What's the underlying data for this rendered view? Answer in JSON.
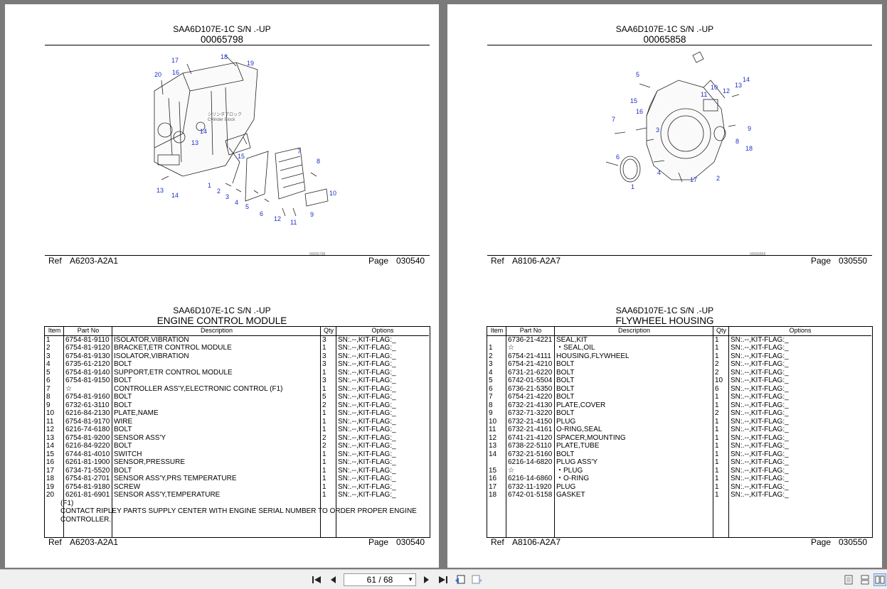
{
  "pages": {
    "top_left": {
      "model": "SAA6D107E-1C S/N .-UP",
      "code": "00065798",
      "ref_label": "Ref",
      "ref": "A6203-A2A1",
      "page_label": "Page",
      "page": "030540",
      "tiny_code": "00065798",
      "callouts": [
        "1",
        "2",
        "3",
        "4",
        "5",
        "6",
        "7",
        "8",
        "9",
        "10",
        "11",
        "12",
        "13",
        "14",
        "15",
        "16",
        "17",
        "18",
        "19",
        "20",
        "13",
        "14"
      ],
      "engraving": "シリンダブロック\nCylinder Block"
    },
    "top_right": {
      "model": "SAA6D107E-1C S/N .-UP",
      "code": "00065858",
      "ref_label": "Ref",
      "ref": "A8106-A2A7",
      "page_label": "Page",
      "page": "030550",
      "tiny_code": "00065858",
      "callouts": [
        "1",
        "2",
        "3",
        "4",
        "5",
        "6",
        "7",
        "8",
        "9",
        "10",
        "11",
        "12",
        "13",
        "14",
        "15",
        "16",
        "17",
        "18"
      ]
    },
    "bottom_left": {
      "model": "SAA6D107E-1C S/N .-UP",
      "title": "ENGINE CONTROL MODULE",
      "columns": [
        "Item",
        "Part No",
        "Description",
        "Qty",
        "Options"
      ],
      "rows": [
        [
          "1",
          "6754-81-9110",
          "ISOLATOR,VIBRATION",
          "3",
          "SN:.--,KIT-FLAG:_"
        ],
        [
          "2",
          "6754-81-9120",
          "BRACKET,ETR CONTROL MODULE",
          "1",
          "SN:.--,KIT-FLAG:_"
        ],
        [
          "3",
          "6754-81-9130",
          "ISOLATOR,VIBRATION",
          "3",
          "SN:.--,KIT-FLAG:_"
        ],
        [
          "4",
          "6735-61-2120",
          "BOLT",
          "3",
          "SN:.--,KIT-FLAG:_"
        ],
        [
          "5",
          "6754-81-9140",
          "SUPPORT,ETR CONTROL MODULE",
          "1",
          "SN:.--,KIT-FLAG:_"
        ],
        [
          "6",
          "6754-81-9150",
          "BOLT",
          "3",
          "SN:.--,KIT-FLAG:_"
        ],
        [
          "7",
          "☆",
          "CONTROLLER ASS'Y,ELECTRONIC CONTROL (F1)",
          "1",
          "SN:.--,KIT-FLAG:_"
        ],
        [
          "8",
          "6754-81-9160",
          "BOLT",
          "5",
          "SN:.--,KIT-FLAG:_"
        ],
        [
          "9",
          "6732-61-3110",
          "BOLT",
          "2",
          "SN:.--,KIT-FLAG:_"
        ],
        [
          "10",
          "6216-84-2130",
          "PLATE,NAME",
          "1",
          "SN:.--,KIT-FLAG:_"
        ],
        [
          "11",
          "6754-81-9170",
          "WIRE",
          "1",
          "SN:.--,KIT-FLAG:_"
        ],
        [
          "12",
          "6216-74-6180",
          "BOLT",
          "1",
          "SN:.--,KIT-FLAG:_"
        ],
        [
          "13",
          "6754-81-9200",
          "SENSOR ASS'Y",
          "2",
          "SN:.--,KIT-FLAG:_"
        ],
        [
          "14",
          "6216-84-9220",
          "BOLT",
          "2",
          "SN:.--,KIT-FLAG:_"
        ],
        [
          "15",
          "6744-81-4010",
          "SWITCH",
          "1",
          "SN:.--,KIT-FLAG:_"
        ],
        [
          "16",
          "6261-81-1900",
          "SENSOR,PRESSURE",
          "1",
          "SN:.--,KIT-FLAG:_"
        ],
        [
          "17",
          "6734-71-5520",
          "BOLT",
          "1",
          "SN:.--,KIT-FLAG:_"
        ],
        [
          "18",
          "6754-81-2701",
          "SENSOR ASS'Y,PRS TEMPERATURE",
          "1",
          "SN:.--,KIT-FLAG:_"
        ],
        [
          "19",
          "6754-81-9180",
          "SCREW",
          "1",
          "SN:.--,KIT-FLAG:_"
        ],
        [
          "20",
          "6261-81-6901",
          "SENSOR ASS'Y,TEMPERATURE",
          "1",
          "SN:.--,KIT-FLAG:_"
        ]
      ],
      "note_tag": "(F1)",
      "note_line1": "CONTACT RIPLEY PARTS SUPPLY CENTER WITH ENGINE SERIAL NUMBER TO ORDER PROPER ENGINE",
      "note_line2": "CONTROLLER.",
      "ref_label": "Ref",
      "ref": "A6203-A2A1",
      "page_label": "Page",
      "page": "030540"
    },
    "bottom_right": {
      "model": "SAA6D107E-1C S/N .-UP",
      "title": "FLYWHEEL HOUSING",
      "columns": [
        "Item",
        "Part No",
        "Description",
        "Qty",
        "Options"
      ],
      "rows": [
        [
          "",
          "6736-21-4221",
          "SEAL,KIT",
          "1",
          "SN:.--,KIT-FLAG:_"
        ],
        [
          "1",
          "☆",
          "・SEAL,OIL",
          "1",
          "SN:.--,KIT-FLAG:_"
        ],
        [
          "2",
          "6754-21-4111",
          "HOUSING,FLYWHEEL",
          "1",
          "SN:.--,KIT-FLAG:_"
        ],
        [
          "3",
          "6754-21-4210",
          "BOLT",
          "2",
          "SN:.--,KIT-FLAG:_"
        ],
        [
          "4",
          "6731-21-6220",
          "BOLT",
          "2",
          "SN:.--,KIT-FLAG:_"
        ],
        [
          "5",
          "6742-01-5504",
          "BOLT",
          "10",
          "SN:.--,KIT-FLAG:_"
        ],
        [
          "6",
          "6736-21-5350",
          "BOLT",
          "6",
          "SN:.--,KIT-FLAG:_"
        ],
        [
          "7",
          "6754-21-4220",
          "BOLT",
          "1",
          "SN:.--,KIT-FLAG:_"
        ],
        [
          "8",
          "6732-21-4130",
          "PLATE,COVER",
          "1",
          "SN:.--,KIT-FLAG:_"
        ],
        [
          "9",
          "6732-71-3220",
          "BOLT",
          "2",
          "SN:.--,KIT-FLAG:_"
        ],
        [
          "10",
          "6732-21-4150",
          "PLUG",
          "1",
          "SN:.--,KIT-FLAG:_"
        ],
        [
          "11",
          "6732-21-4161",
          "O-RING,SEAL",
          "1",
          "SN:.--,KIT-FLAG:_"
        ],
        [
          "12",
          "6741-21-4120",
          "SPACER,MOUNTING",
          "1",
          "SN:.--,KIT-FLAG:_"
        ],
        [
          "13",
          "6738-22-5110",
          "PLATE,TUBE",
          "1",
          "SN:.--,KIT-FLAG:_"
        ],
        [
          "14",
          "6732-21-5160",
          "BOLT",
          "1",
          "SN:.--,KIT-FLAG:_"
        ],
        [
          "",
          "6216-14-6820",
          "PLUG ASS'Y",
          "1",
          "SN:.--,KIT-FLAG:_"
        ],
        [
          "15",
          "☆",
          "・PLUG",
          "1",
          "SN:.--,KIT-FLAG:_"
        ],
        [
          "16",
          "6216-14-6860",
          "・O-RING",
          "1",
          "SN:.--,KIT-FLAG:_"
        ],
        [
          "17",
          "6732-11-1920",
          "PLUG",
          "1",
          "SN:.--,KIT-FLAG:_"
        ],
        [
          "18",
          "6742-01-5158",
          "GASKET",
          "1",
          "SN:.--,KIT-FLAG:_"
        ]
      ],
      "ref_label": "Ref",
      "ref": "A8106-A2A7",
      "page_label": "Page",
      "page": "030550"
    }
  },
  "toolbar": {
    "page_indicator": "61 / 68",
    "icons": [
      "first-page-icon",
      "previous-page-icon",
      "next-page-icon",
      "last-page-icon",
      "go-back-icon",
      "go-forward-icon",
      "single-page-view-icon",
      "continuous-view-icon",
      "two-page-view-icon"
    ],
    "accent": "#1b2ec9"
  }
}
